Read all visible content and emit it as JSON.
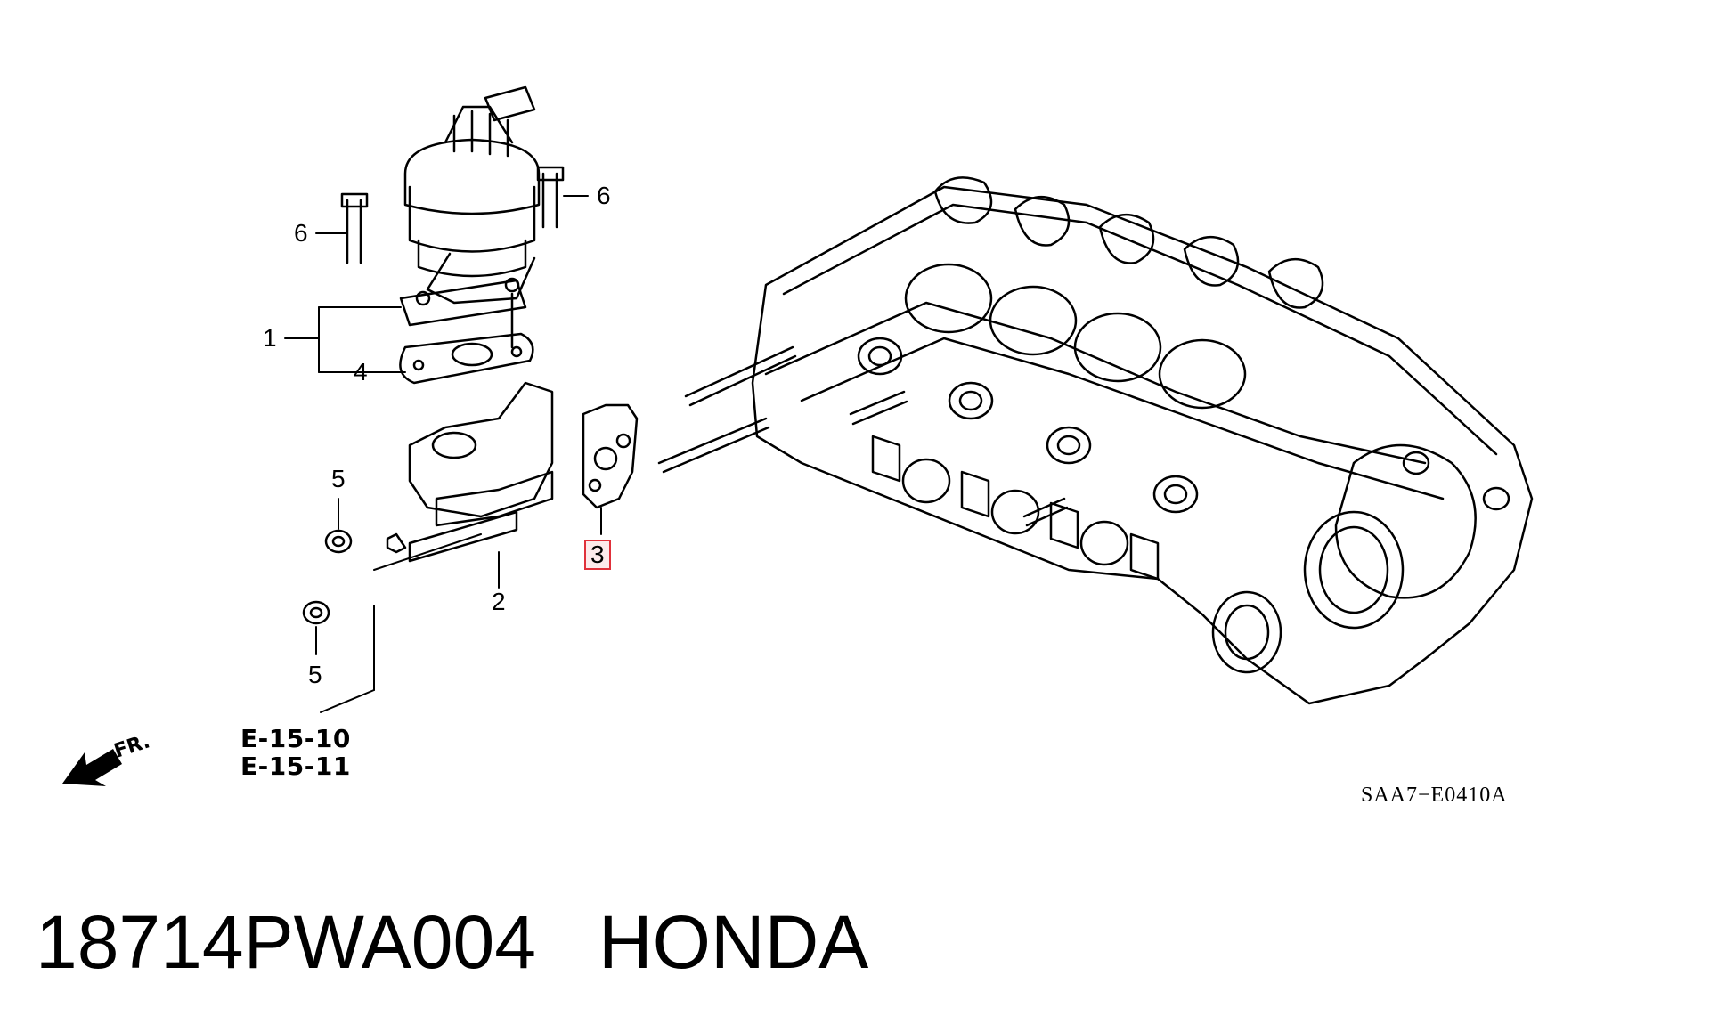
{
  "callouts": {
    "c1": "1",
    "c2": "2",
    "c3": "3",
    "c4": "4",
    "c5a": "5",
    "c5b": "5",
    "c6a": "6",
    "c6b": "6"
  },
  "highlight_color": "#e0303a",
  "references": [
    "E-15-10",
    "E-15-11"
  ],
  "direction_label": "FR.",
  "diagram_code": "SAA7−E0410A",
  "footer": {
    "part_number": "18714PWA004",
    "brand": "HONDA"
  }
}
